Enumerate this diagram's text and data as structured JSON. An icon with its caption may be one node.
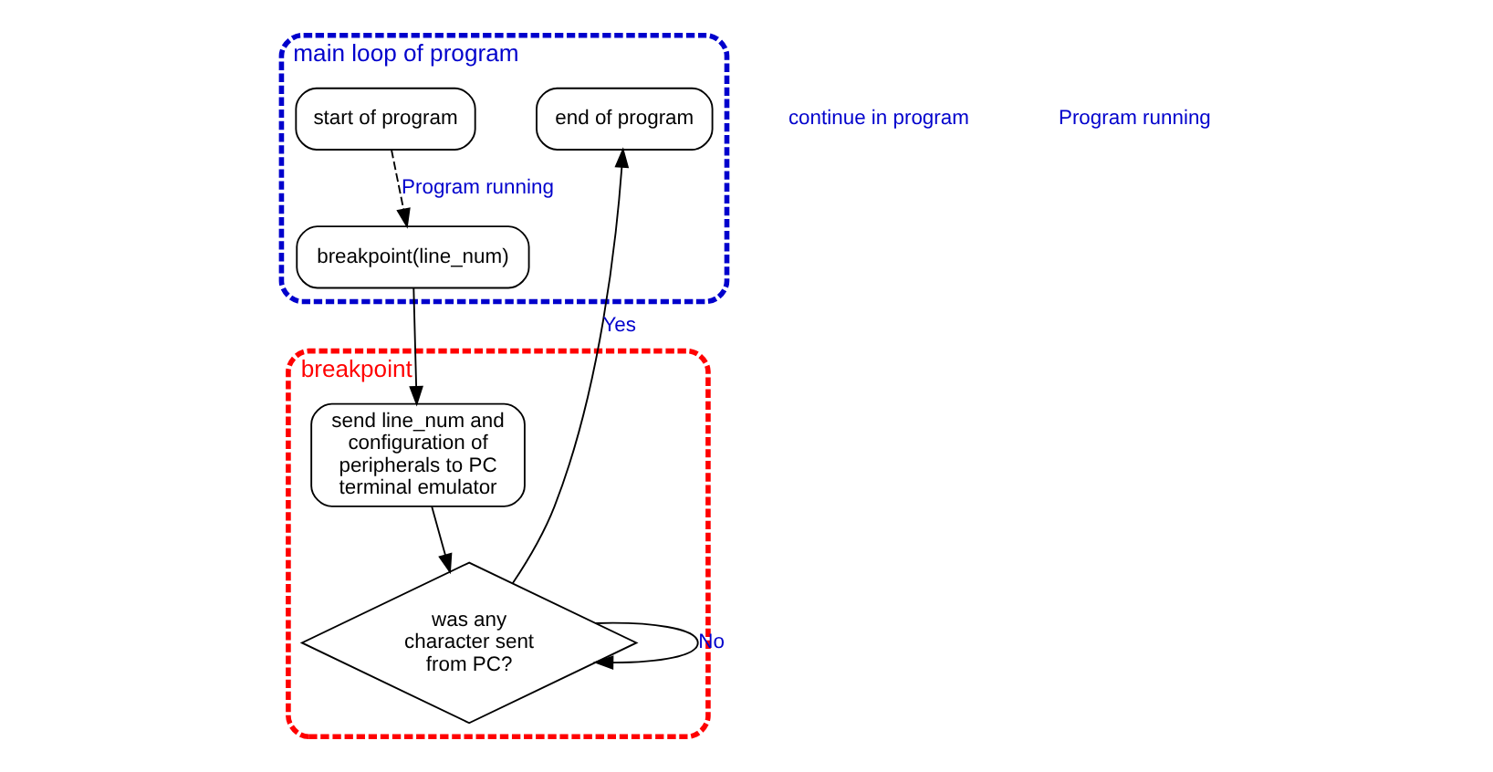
{
  "diagram": {
    "nodes": [
      {
        "text": [
          "main loop of program"
        ]
      },
      {
        "text": [
          "start of program"
        ],
        "in": 0
      },
      {
        "text": [
          "breakpoint(line_num)"
        ],
        "in": 0
      },
      {
        "text": [
          "end of program"
        ],
        "in": 0
      },
      {
        "text": [
          "breakpoint"
        ]
      },
      {
        "text": [
          "send line_num and configuration of peripherals to PC terminal emulator"
        ],
        "in": 4
      },
      {
        "text": [
          "was any character sent from PC?"
        ],
        "in": 4
      }
    ],
    "edges": [
      {
        "from": 1,
        "to": 2,
        "arrow": "to",
        "label": "Program running",
        "style": "dashed"
      },
      {
        "from": 2,
        "to": 5,
        "arrow": "to"
      },
      {
        "from": 5,
        "to": 6,
        "arrow": "to"
      },
      {
        "from": 6,
        "to": 6,
        "arrow": "to",
        "label": "No"
      },
      {
        "from": 6,
        "to": 3,
        "arrow": "to",
        "label": "Yes"
      }
    ],
    "labels": [
      "continue in program",
      "Program running"
    ]
  }
}
